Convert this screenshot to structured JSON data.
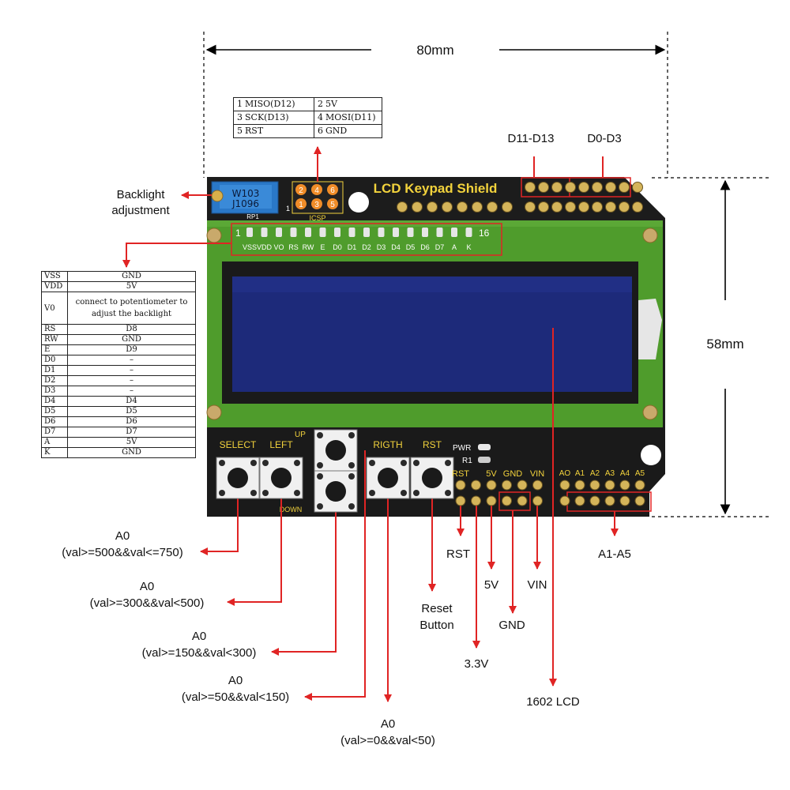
{
  "dimensions": {
    "width_label": "80mm",
    "height_label": "58mm"
  },
  "board": {
    "title": "LCD Keypad Shield",
    "pot_text_1": "W103",
    "pot_text_2": "J1096",
    "rp_label": "RP1",
    "icsp_label": "ICSP",
    "icsp_pin_one_marker": "1",
    "icsp_numbers": [
      "2",
      "4",
      "6",
      "1",
      "3",
      "5"
    ],
    "lcd_pin_first": "1",
    "lcd_pin_last": "16",
    "lcd_pin_names": [
      "VSS",
      "VDD",
      "VO",
      "RS",
      "RW",
      "E",
      "D0",
      "D1",
      "D2",
      "D3",
      "D4",
      "D5",
      "D6",
      "D7",
      "A",
      "K"
    ],
    "button_labels": {
      "select": "SELECT",
      "left": "LEFT",
      "up": "UP",
      "down": "DOWN",
      "right": "RIGTH",
      "rst": "RST"
    },
    "pwr_label": "PWR",
    "r1_label": "R1",
    "power_header": [
      "RST",
      "5V",
      "GND",
      "VIN"
    ],
    "analog_header": [
      "AO",
      "A1",
      "A2",
      "A3",
      "A4",
      "A5"
    ]
  },
  "icsp_table": [
    {
      "n1": "1",
      "v1": "MISO(D12)",
      "n2": "2",
      "v2": "5V"
    },
    {
      "n1": "3",
      "v1": "SCK(D13)",
      "n2": "4",
      "v2": "MOSI(D11)"
    },
    {
      "n1": "5",
      "v1": "RST",
      "n2": "6",
      "v2": "GND"
    }
  ],
  "lcd_pin_table": [
    {
      "pin": "VSS",
      "conn": "GND"
    },
    {
      "pin": "VDD",
      "conn": "5V"
    },
    {
      "pin": "V0",
      "conn": "connect to potentiometer to adjust the backlight"
    },
    {
      "pin": "RS",
      "conn": "D8"
    },
    {
      "pin": "RW",
      "conn": "GND"
    },
    {
      "pin": "E",
      "conn": "D9"
    },
    {
      "pin": "D0",
      "conn": "–"
    },
    {
      "pin": "D1",
      "conn": "–"
    },
    {
      "pin": "D2",
      "conn": "–"
    },
    {
      "pin": "D3",
      "conn": "–"
    },
    {
      "pin": "D4",
      "conn": "D4"
    },
    {
      "pin": "D5",
      "conn": "D5"
    },
    {
      "pin": "D6",
      "conn": "D6"
    },
    {
      "pin": "D7",
      "conn": "D7"
    },
    {
      "pin": "A",
      "conn": "5V"
    },
    {
      "pin": "K",
      "conn": "GND"
    }
  ],
  "callouts": {
    "backlight_1": "Backlight",
    "backlight_2": "adjustment",
    "d11_d13": "D11-D13",
    "d0_d3": "D0-D3",
    "rst": "RST",
    "v5": "5V",
    "vin": "VIN",
    "a1_a5": "A1-A5",
    "reset_btn_1": "Reset",
    "reset_btn_2": "Button",
    "gnd": "GND",
    "v33": "3.3V",
    "lcd": "1602 LCD"
  },
  "button_ranges": [
    {
      "pin": "A0",
      "range": "(val>=500&&val<=750)"
    },
    {
      "pin": "A0",
      "range": "(val>=300&&val<500)"
    },
    {
      "pin": "A0",
      "range": "(val>=150&&val<300)"
    },
    {
      "pin": "A0",
      "range": "(val>=50&&val<150)"
    },
    {
      "pin": "A0",
      "range": "(val>=0&&val<50)"
    }
  ],
  "colors": {
    "board": "#1c1c1c",
    "pcb_green": "#4f9c2c",
    "lcd_blue": "#1d2a7a",
    "callout_red": "#e02424",
    "silk_yellow": "#f2d23c"
  }
}
